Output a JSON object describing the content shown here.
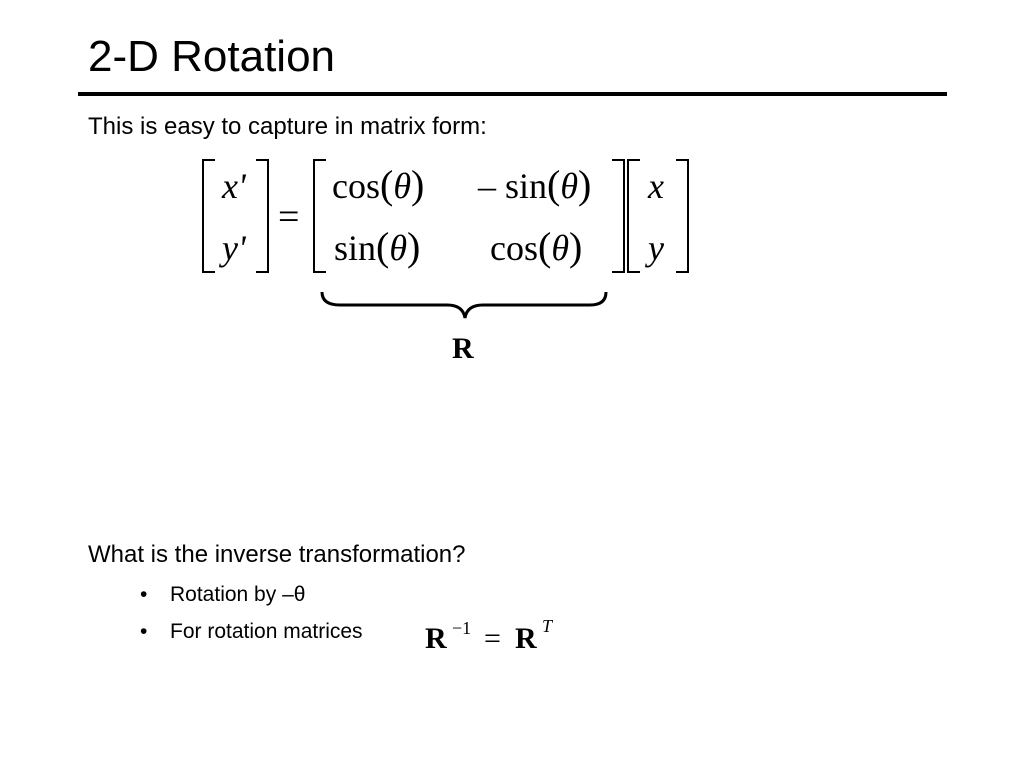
{
  "slide": {
    "title": "2-D Rotation",
    "intro": "This is easy to capture in matrix form:",
    "question": "What is the inverse transformation?",
    "bullets": [
      {
        "marker": "•",
        "text": "Rotation by –θ"
      },
      {
        "marker": "•",
        "text": "For rotation matrices"
      }
    ]
  },
  "equation": {
    "lhs": [
      "x'",
      "y'"
    ],
    "equals": "=",
    "matrix": {
      "r1c1_func": "cos",
      "r1c1_arg": "θ",
      "r1c2_func": "– sin",
      "r1c2_arg": "θ",
      "r2c1_func": "sin",
      "r2c1_arg": "θ",
      "r2c2_func": "cos",
      "r2c2_arg": "θ"
    },
    "rhs": [
      "x",
      "y"
    ],
    "brace_label": "R"
  },
  "inverse_identity": {
    "lhs_base": "R",
    "lhs_exp": "−1",
    "equals": "=",
    "rhs_base": "R",
    "rhs_exp": "T"
  }
}
